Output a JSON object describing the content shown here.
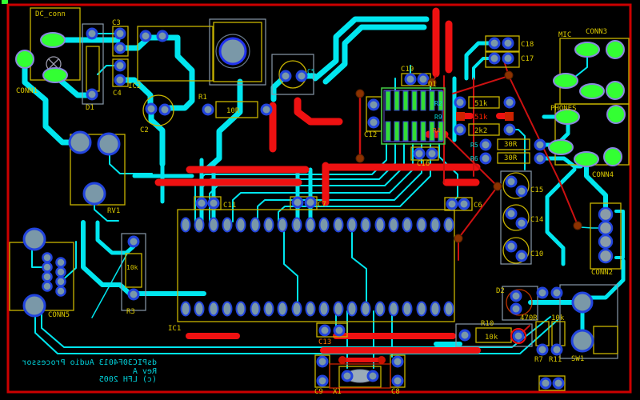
{
  "app": {
    "view": "pcb-layout",
    "board_name": "dsPIC30F4013 Audio Processor board"
  },
  "colors": {
    "background": "#000000",
    "board_outline": "#cc0000",
    "trace_top": "#00e6ef",
    "trace_bottom": "#ee1111",
    "silkscreen": "#c8b400",
    "pad_green": "#33ff33",
    "pad_hole_center": "#7a98a8",
    "pad_ring_blue": "#2244dd",
    "via_brown": "#8b3200",
    "soic_pin_green": "#33dd33"
  },
  "title_block": {
    "line1": "dsPIC30F4013 Audio Processor",
    "line2": "Rev A",
    "line3": "(c) LFH 2005",
    "mirrored": "true"
  },
  "labels": {
    "dc_conn": "DC_conn",
    "conn1": "CONN1",
    "c3": "C3",
    "c4": "C4",
    "ic2": "IC2",
    "d1": "D1",
    "r1": "R1",
    "r1_val": "10R",
    "c2": "C2",
    "c5": "C5",
    "q1": "Q1",
    "c19": "C19",
    "c12": "C12",
    "c16": "C16",
    "c18": "C18",
    "c17": "C17",
    "r2": "R2",
    "r9": "R9",
    "r4": "R4",
    "r2_val": "51k",
    "r9_val": "51k",
    "r4_val": "2k2",
    "r5": "R5",
    "r6": "R6",
    "r5_val": "30R",
    "r6_val": "30R",
    "c6": "C6",
    "c15": "C15",
    "c14": "C14",
    "c10": "C10",
    "mic": "MIC",
    "conn3": "CONN3",
    "phones": "PHONES",
    "conn4": "CONN4",
    "conn2": "CONN2",
    "rv1": "RV1",
    "conn5": "CONN5",
    "r3": "R3",
    "r3_val": "10k",
    "ic1": "IC1",
    "c11": "C11",
    "c7": "C7",
    "c13": "C13",
    "c9": "C9",
    "x1": "X1",
    "c8": "C8",
    "d2": "D2",
    "r10": "R10",
    "r10_val": "10k",
    "r7_val": "470R",
    "r11_val": "10k",
    "r7": "R7",
    "r11": "R11",
    "sw1": "SW1"
  }
}
